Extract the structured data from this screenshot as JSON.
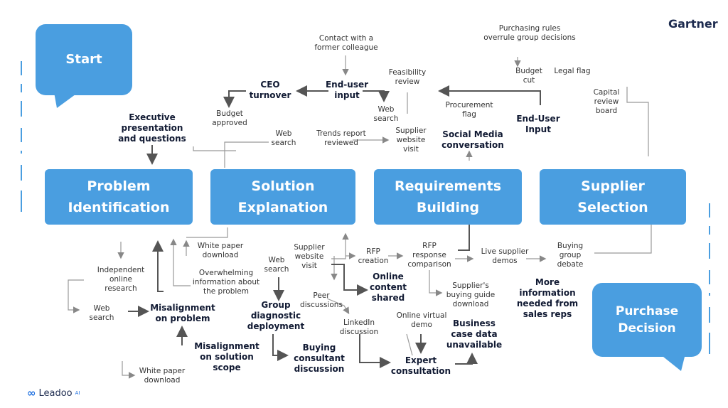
{
  "brand": {
    "name": "Gartner"
  },
  "footer": {
    "logo": "Leadoo",
    "logo_sup": "AI"
  },
  "callouts": {
    "start": "Start",
    "end": "Purchase\nDecision"
  },
  "phases": [
    {
      "label": "Problem\nIdentification"
    },
    {
      "label": "Solution\nExplanation"
    },
    {
      "label": "Requirements\nBuilding"
    },
    {
      "label": "Supplier\nSelection"
    }
  ],
  "events": {
    "ceo_turnover": "CEO\nturnover",
    "end_user_input_1": "End-user\ninput",
    "executive_presentation": "Executive\npresentation\nand questions",
    "social_media": "Social Media\nconversation",
    "end_user_input_2": "End-User\nInput",
    "misalignment_problem": "Misalignment\non problem",
    "group_diagnostic": "Group\ndiagnostic\ndeployment",
    "misalignment_scope": "Misalignment\non solution\nscope",
    "buying_consultant": "Buying\nconsultant\ndiscussion",
    "online_content": "Online\ncontent\nshared",
    "expert_consultation": "Expert\nconsultation",
    "business_case": "Business\ncase data\nunavailable",
    "more_information": "More\ninformation\nneeded from\nsales reps"
  },
  "labels": {
    "contact_colleague": "Contact with a\nformer colleague",
    "feasibility_review": "Feasibility\nreview",
    "web_search_1": "Web\nsearch",
    "budget_approved": "Budget\napproved",
    "web_search_2": "Web\nsearch",
    "trends_report": "Trends report\nreviewed",
    "supplier_website_1": "Supplier\nwebsite\nvisit",
    "purchasing_rules": "Purchasing rules\noverrule group decisions",
    "budget_cut": "Budget\ncut",
    "legal_flag": "Legal flag",
    "procurement_flag": "Procurement\nflag",
    "capital_review": "Capital\nreview\nboard",
    "white_paper_1": "White paper\ndownload",
    "independent_research": "Independent\nonline\nresearch",
    "overwhelming_info": "Overwhelming\ninformation about\nthe problem",
    "web_search_3": "Web\nsearch",
    "web_search_4": "Web\nsearch",
    "supplier_website_2": "Supplier\nwebsite\nvisit",
    "rfp_creation": "RFP\ncreation",
    "rfp_comparison": "RFP\nresponse\ncomparison",
    "live_demos": "Live supplier\ndemos",
    "buying_group_debate": "Buying\ngroup\ndebate",
    "peer_discussions": "Peer\ndiscussions",
    "supplier_buying_guide": "Supplier's\nbuying guide\ndownload",
    "linkedin_discussion": "LinkedIn\ndiscussion",
    "online_virtual_demo": "Online virtual\ndemo",
    "white_paper_2": "White paper\ndownload"
  },
  "colors": {
    "phase": "#4a9ee0",
    "event_text": "#111a33",
    "dashes": "#4a9ee0"
  }
}
